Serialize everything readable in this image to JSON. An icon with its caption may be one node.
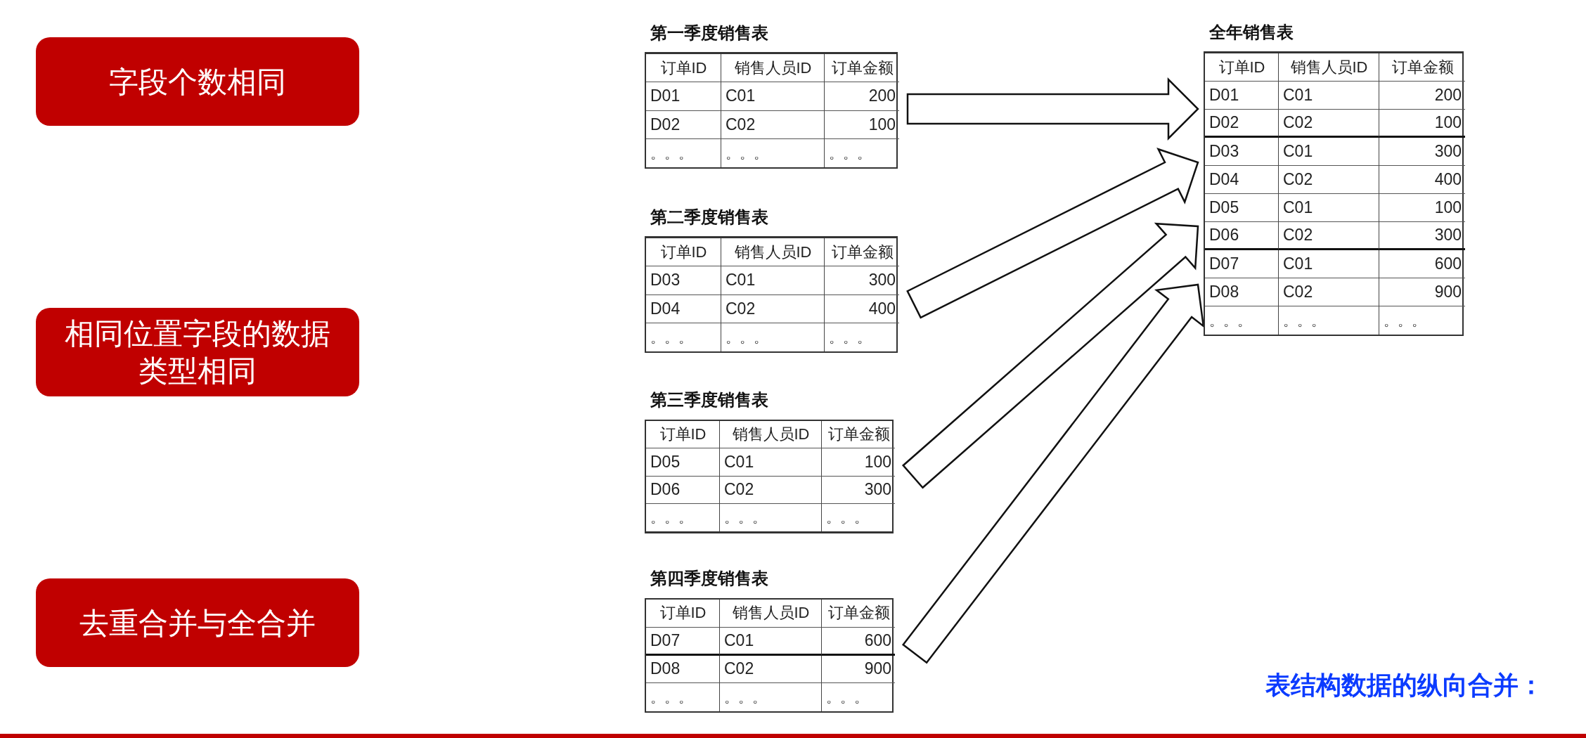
{
  "diagram": {
    "title": "表结构数据的纵向合并：",
    "nodes": [
      {
        "text": [
          "字段个数相同"
        ]
      },
      {
        "text": [
          "相同位置字段的数据类型相同"
        ]
      },
      {
        "text": [
          "去重合并与全合并"
        ]
      },
      {
        "text": [
          "第一季度销售表",
          "订单ID",
          "销售人员ID",
          "订单金额",
          "D01",
          "C01",
          "200",
          "D02",
          "C02",
          "100",
          "。。。",
          "。。。",
          "。。。"
        ]
      },
      {
        "text": [
          "第二季度销售表",
          "订单ID",
          "销售人员ID",
          "订单金额",
          "D03",
          "C01",
          "300",
          "D04",
          "C02",
          "400",
          "。。。",
          "。。。",
          "。。。"
        ]
      },
      {
        "text": [
          "第三季度销售表",
          "订单ID",
          "销售人员ID",
          "订单金额",
          "D05",
          "C01",
          "100",
          "D06",
          "C02",
          "300",
          "。。。",
          "。。。",
          "。。。"
        ]
      },
      {
        "text": [
          "第四季度销售表",
          "订单ID",
          "销售人员ID",
          "订单金额",
          "D07",
          "C01",
          "600",
          "D08",
          "C02",
          "900",
          "。。。",
          "。。。",
          "。。。"
        ]
      },
      {
        "text": [
          "全年销售表",
          "订单ID",
          "销售人员ID",
          "订单金额",
          "D01",
          "C01",
          "200",
          "D02",
          "C02",
          "100",
          "D03",
          "C01",
          "300",
          "D04",
          "C02",
          "400",
          "D05",
          "C01",
          "100",
          "D06",
          "C02",
          "300",
          "D07",
          "C01",
          "600",
          "D08",
          "C02",
          "900",
          "。。。",
          "。。。",
          "。。。"
        ]
      }
    ],
    "edges": [
      {
        "from": 3,
        "to": 7,
        "arrow": "to"
      },
      {
        "from": 4,
        "to": 7,
        "arrow": "to"
      },
      {
        "from": 5,
        "to": 7,
        "arrow": "to"
      },
      {
        "from": 6,
        "to": 7,
        "arrow": "to"
      }
    ]
  }
}
